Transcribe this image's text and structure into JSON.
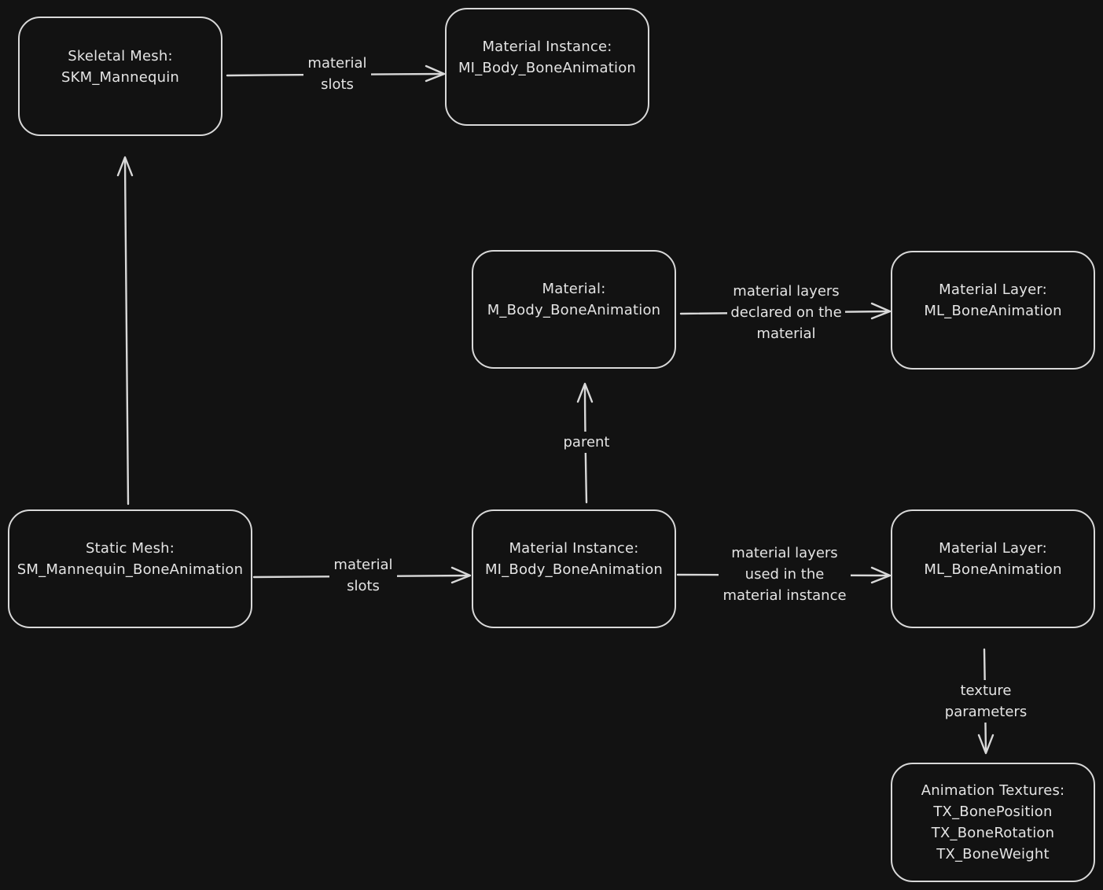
{
  "nodes": {
    "skm": {
      "lines": [
        "Skeletal Mesh:",
        "SKM_Mannequin"
      ]
    },
    "mi_top": {
      "lines": [
        "Material Instance:",
        "MI_Body_BoneAnimation"
      ]
    },
    "m_body": {
      "lines": [
        "Material:",
        "M_Body_BoneAnimation"
      ]
    },
    "ml_top": {
      "lines": [
        "Material Layer:",
        "ML_BoneAnimation"
      ]
    },
    "sm": {
      "lines": [
        "Static Mesh:",
        "SM_Mannequin_BoneAnimation"
      ]
    },
    "mi_bottom": {
      "lines": [
        "Material Instance:",
        "MI_Body_BoneAnimation"
      ]
    },
    "ml_bottom": {
      "lines": [
        "Material Layer:",
        "ML_BoneAnimation"
      ]
    },
    "tex": {
      "lines": [
        "Animation Textures:",
        "TX_BonePosition",
        "TX_BoneRotation",
        "TX_BoneWeight"
      ]
    }
  },
  "edges": {
    "skm_to_mi": {
      "lines": [
        "material",
        "slots"
      ]
    },
    "m_to_ml": {
      "lines": [
        "material layers",
        "declared on the",
        "material"
      ]
    },
    "mi_to_m": {
      "lines": [
        "parent"
      ]
    },
    "sm_to_mi": {
      "lines": [
        "material",
        "slots"
      ]
    },
    "mi_to_ml": {
      "lines": [
        "material layers",
        "used in the",
        "material instance"
      ]
    },
    "ml_to_tex": {
      "lines": [
        "texture",
        "parameters"
      ]
    }
  },
  "colors": {
    "background": "#121212",
    "stroke": "#d8d8d8",
    "text": "#e4e4e4"
  }
}
